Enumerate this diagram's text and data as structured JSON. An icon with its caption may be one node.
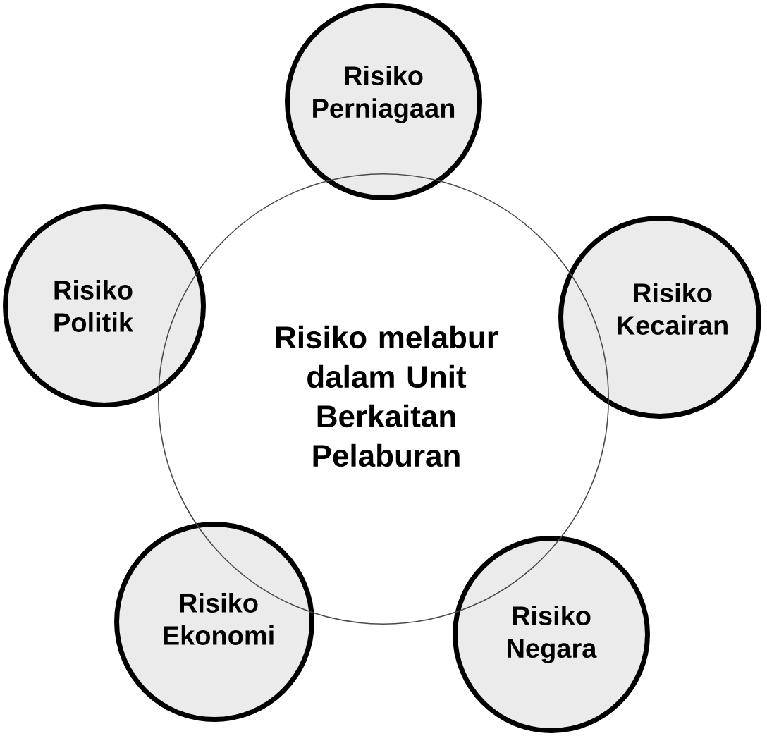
{
  "diagram": {
    "nodes": [
      {
        "text": [
          "Risiko melabur dalam Unit Berkaitan Pelaburan"
        ]
      },
      {
        "text": [
          "Risiko Perniagaan"
        ]
      },
      {
        "text": [
          "Risiko Politik"
        ]
      },
      {
        "text": [
          "Risiko Kecairan"
        ]
      },
      {
        "text": [
          "Risiko Ekonomi"
        ]
      },
      {
        "text": [
          "Risiko Negara"
        ]
      }
    ]
  }
}
